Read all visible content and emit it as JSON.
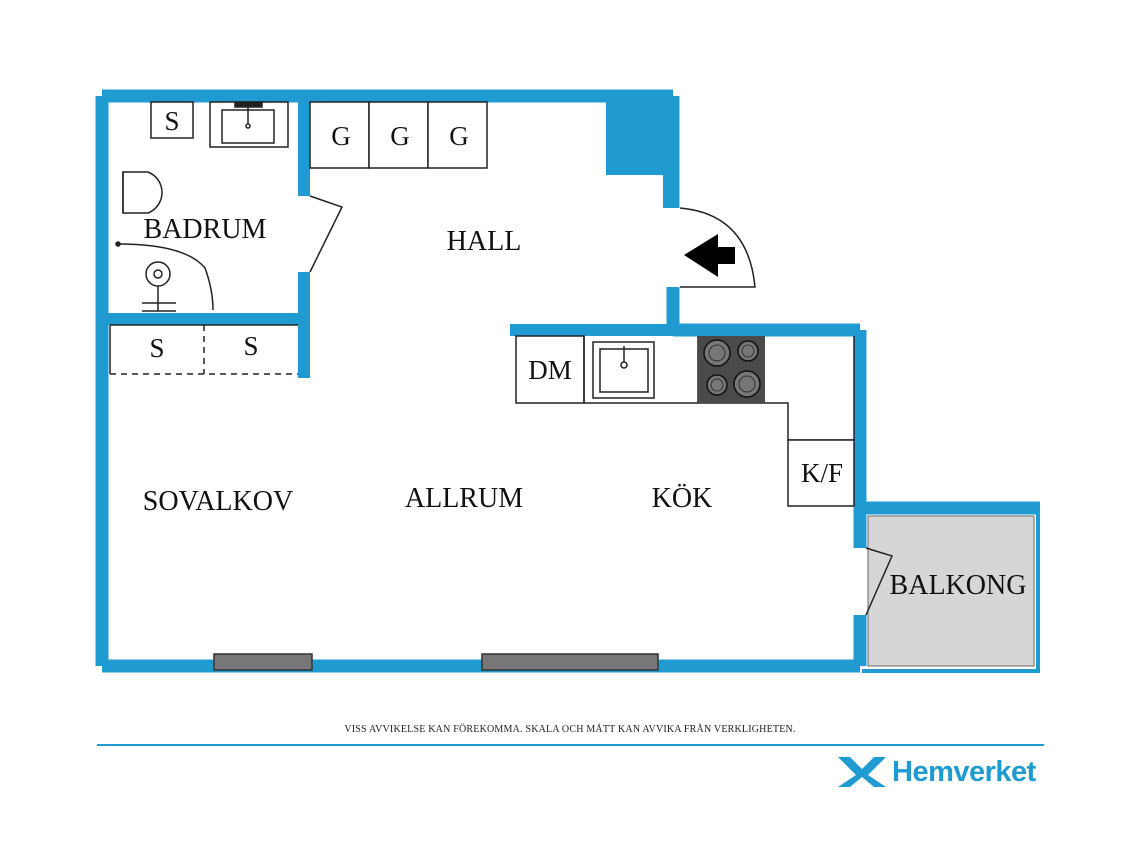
{
  "rooms": {
    "badrum": "BADRUM",
    "hall": "HALL",
    "sovalkov": "SOVALKOV",
    "allrum": "ALLRUM",
    "kok": "KÖK",
    "balkong": "BALKONG"
  },
  "fixtures": {
    "bath_storage": "S",
    "wardrobe_1": "G",
    "wardrobe_2": "G",
    "wardrobe_3": "G",
    "closet_1": "S",
    "closet_2": "S",
    "dishwasher": "DM",
    "fridge_freezer": "K/F"
  },
  "footer": {
    "disclaimer": "VISS AVVIKELSE KAN FÖREKOMMA. SKALA OCH MÅTT KAN AVVIKA FRÅN VERKLIGHETEN.",
    "brand": "Hemverket"
  },
  "colors": {
    "wall": "#1f9bd1",
    "balcony_floor": "#d6d6d6",
    "stove": "#4a4a4a",
    "window": "#777777"
  }
}
